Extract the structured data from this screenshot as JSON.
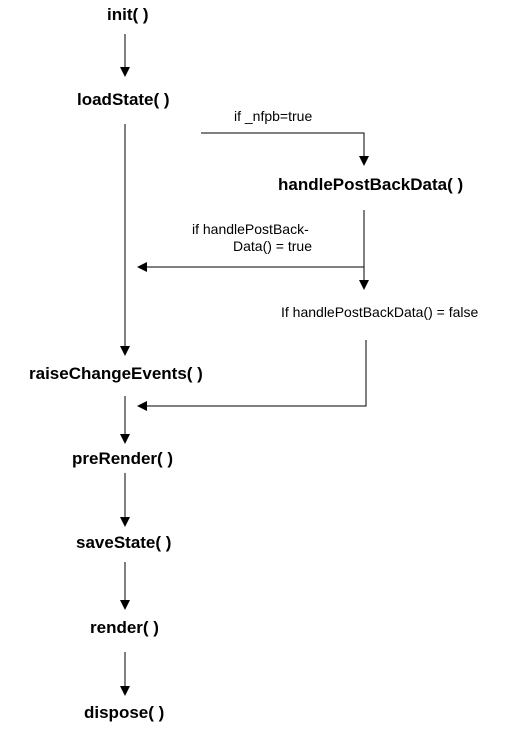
{
  "nodes": {
    "init": "init( )",
    "load_state": "loadState( )",
    "handle_post_back_data": "handlePostBackData( )",
    "raise_change_events": "raiseChangeEvents( )",
    "pre_render": "preRender( )",
    "save_state": "saveState( )",
    "render": "render( )",
    "dispose": "dispose( )"
  },
  "conditions": {
    "nfpb_true": "if _nfpb=true",
    "handle_true_line1": "if handlePostBack-",
    "handle_true_line2": "Data() = true",
    "handle_false": "If handlePostBackData() = false"
  }
}
